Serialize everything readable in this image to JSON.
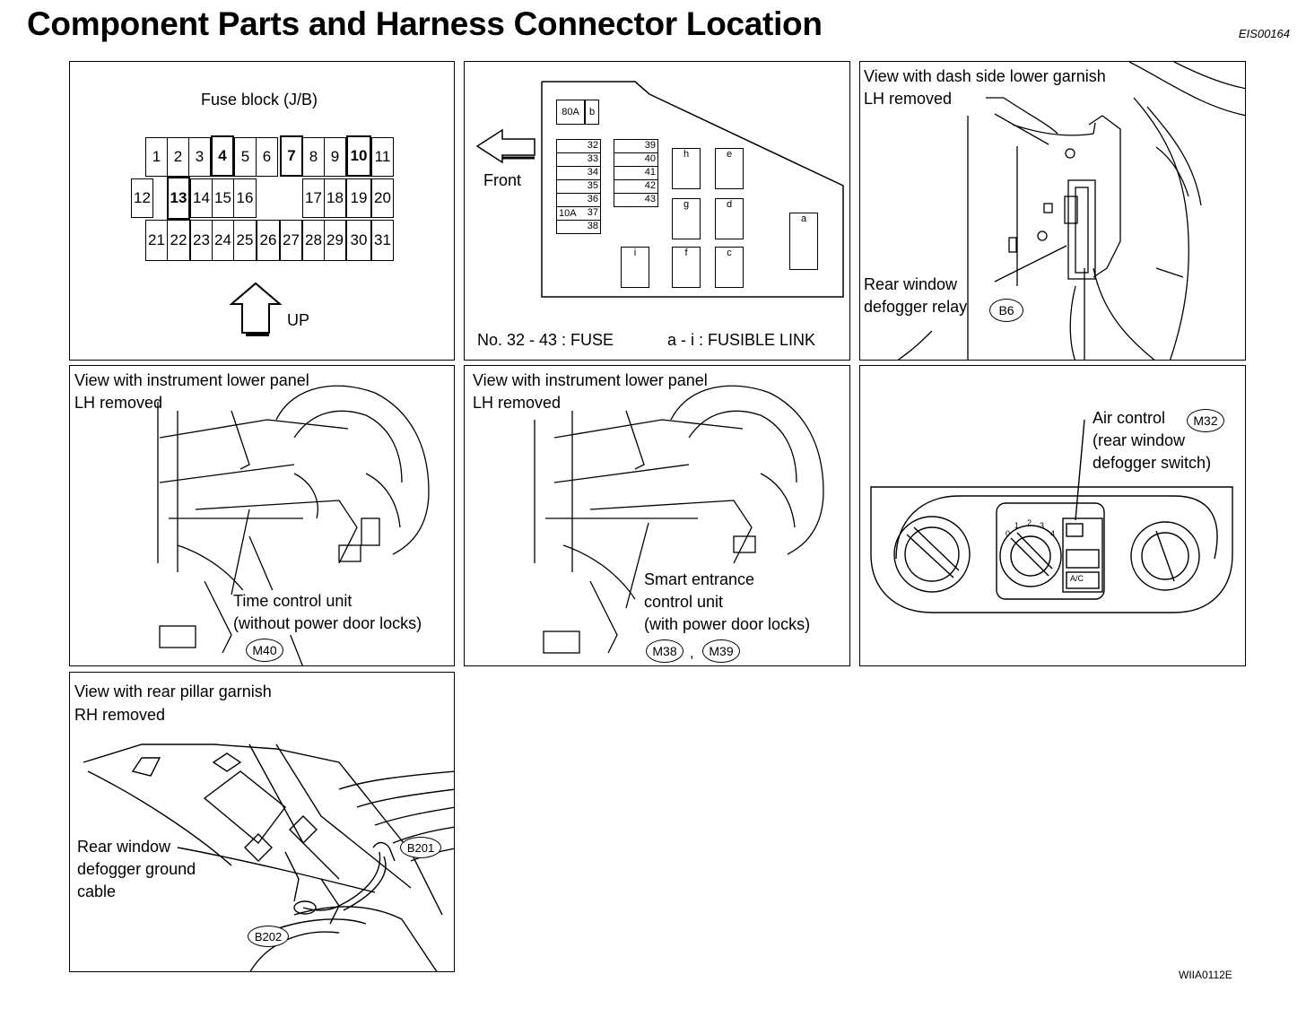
{
  "page": {
    "title": "Component Parts and Harness Connector Location",
    "code": "EIS00164",
    "figure_id": "WIIA0112E"
  },
  "fuse_block": {
    "title": "Fuse block (J/B)",
    "up_label": "UP",
    "row1": [
      "1",
      "2",
      "3",
      "4",
      "5",
      "6",
      "7",
      "8",
      "9",
      "10",
      "11"
    ],
    "row2": [
      "12",
      "13",
      "14",
      "15",
      "16",
      "17",
      "18",
      "19",
      "20"
    ],
    "row3": [
      "21",
      "22",
      "23",
      "24",
      "25",
      "26",
      "27",
      "28",
      "29",
      "30",
      "31"
    ]
  },
  "fusible_link_box": {
    "front_label": "Front",
    "top_cells": [
      "80A",
      "b"
    ],
    "col1": [
      "32",
      "33",
      "34",
      "35",
      "36",
      "37",
      "38"
    ],
    "col1_amp": "10A",
    "col2": [
      "39",
      "40",
      "41",
      "42",
      "43"
    ],
    "links": [
      "h",
      "e",
      "g",
      "d",
      "a",
      "i",
      "f",
      "c"
    ],
    "legend_fuse": "No. 32 - 43 : FUSE",
    "legend_link": "a - i : FUSIBLE LINK"
  },
  "panel_relay": {
    "view_line1": "View with dash side lower garnish",
    "view_line2": "LH removed",
    "part_line1": "Rear window",
    "part_line2": "defogger relay",
    "connector": "B6"
  },
  "panel_time": {
    "view_line1": "View with instrument lower panel",
    "view_line2": "LH removed",
    "part_line1": "Time control unit",
    "part_line2": "(without power door locks)",
    "connector": "M40"
  },
  "panel_smart": {
    "view_line1": "View with instrument lower panel",
    "view_line2": "LH removed",
    "part_line1": "Smart entrance",
    "part_line2": "control unit",
    "part_line3": "(with power door locks)",
    "connector1": "M38",
    "separator": ",",
    "connector2": "M39"
  },
  "panel_air": {
    "part_line1": "Air control",
    "part_line2": "(rear window",
    "part_line3": "defogger switch)",
    "connector": "M32",
    "knob_marks": [
      "1",
      "2",
      "3",
      "4",
      "0"
    ],
    "button_label": "A/C"
  },
  "panel_ground": {
    "view_line1": "View with rear pillar garnish",
    "view_line2": "RH removed",
    "part_line1": "Rear window",
    "part_line2": "defogger ground",
    "part_line3": "cable",
    "connector1": "B201",
    "connector2": "B202"
  }
}
